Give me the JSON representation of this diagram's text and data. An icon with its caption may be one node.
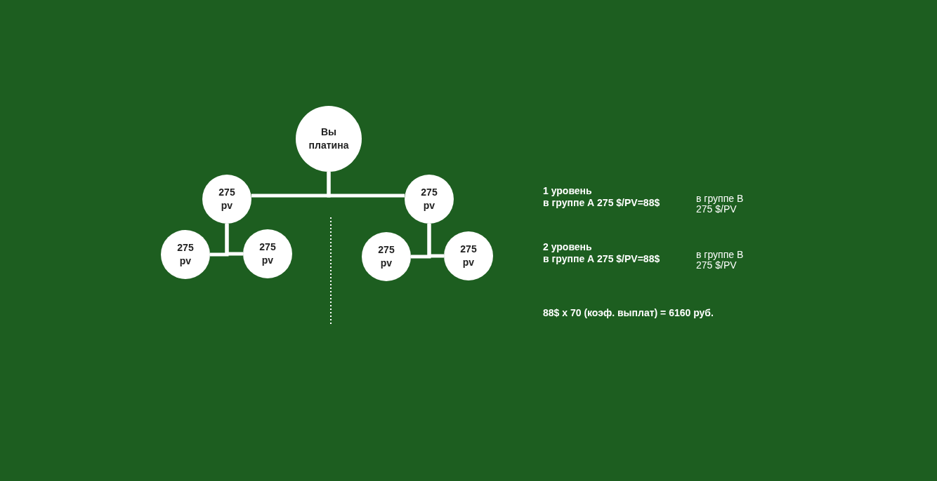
{
  "diagram": {
    "nodes": [
      {
        "text": [
          "Вы платина"
        ]
      },
      {
        "text": [
          "275 pv"
        ]
      },
      {
        "text": [
          "275 pv"
        ]
      },
      {
        "text": [
          "275 pv"
        ]
      },
      {
        "text": [
          "275 pv"
        ]
      },
      {
        "text": [
          "275 pv"
        ]
      },
      {
        "text": [
          "275 pv"
        ]
      }
    ],
    "edges": [
      {
        "from": 0,
        "to": 1,
        "arrow": "none"
      },
      {
        "from": 0,
        "to": 2,
        "arrow": "none"
      },
      {
        "from": 1,
        "to": 3,
        "arrow": "none"
      },
      {
        "from": 1,
        "to": 4,
        "arrow": "none"
      },
      {
        "from": 2,
        "to": 5,
        "arrow": "none"
      },
      {
        "from": 2,
        "to": 6,
        "arrow": "none"
      }
    ],
    "labels": [
      "1 уровень",
      "в группе А 275 $/PV=88$",
      "в группе В 275 $/PV",
      "2 уровень",
      "в группе А 275 $/PV=88$",
      "в группе В 275 $/PV",
      "88$ х 70 (коэф. выплат) = 6160 руб."
    ]
  }
}
